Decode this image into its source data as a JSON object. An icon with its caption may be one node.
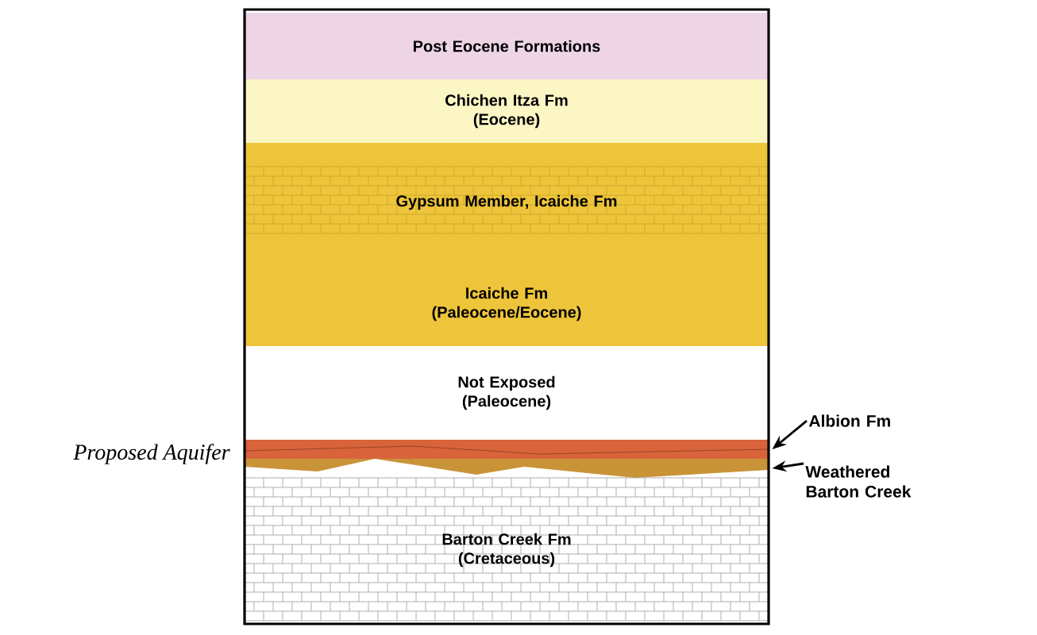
{
  "diagram": {
    "nodes": [
      {
        "text": [
          "Post Eocene Formations"
        ]
      },
      {
        "text": [
          "Chichen Itza Fm",
          "(Eocene)"
        ]
      },
      {
        "text": [
          "Gypsum Member, Icaiche Fm"
        ]
      },
      {
        "text": [
          "Icaiche Fm",
          "(Paleocene/Eocene)"
        ]
      },
      {
        "text": [
          "Not Exposed",
          "(Paleocene)"
        ]
      },
      {
        "text": [],
        "shape": "band"
      },
      {
        "text": [],
        "shape": "band"
      },
      {
        "text": [
          "Barton Creek Fm",
          "(Cretaceous)"
        ]
      },
      {
        "text": [
          "Albion Fm"
        ]
      },
      {
        "text": [
          "Weathered Barton Creek"
        ]
      }
    ],
    "edges": [
      {
        "from": 8,
        "to": 5,
        "arrow": "to"
      },
      {
        "from": 9,
        "to": 6,
        "arrow": "to"
      }
    ],
    "labels": [
      "Proposed Aquifer"
    ]
  }
}
